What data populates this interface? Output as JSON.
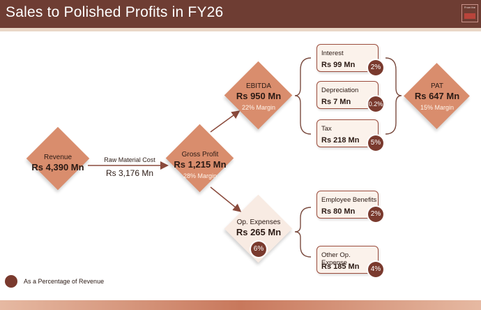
{
  "header": {
    "title": "Sales to Polished Profits in FY26",
    "logo_text": "From the"
  },
  "colors": {
    "header_bg": "#6e3d33",
    "diamond_dark": "#d98d6d",
    "diamond_light": "#f8ebe3",
    "badge": "#7a3a2e"
  },
  "nodes": {
    "revenue": {
      "title": "Revenue",
      "value": "Rs 4,390 Mn"
    },
    "raw_material": {
      "title": "Raw Material Cost",
      "value": "Rs 3,176 Mn"
    },
    "gross_profit": {
      "title": "Gross Profit",
      "value": "Rs 1,215 Mn",
      "margin": "28% Margin"
    },
    "ebitda": {
      "title": "EBITDA",
      "value": "Rs 950 Mn",
      "margin": "22% Margin"
    },
    "op_expenses": {
      "title": "Op. Expenses",
      "value": "Rs 265 Mn",
      "pct": "6%"
    },
    "pat": {
      "title": "PAT",
      "value": "Rs 647 Mn",
      "margin": "15% Margin"
    }
  },
  "boxes": {
    "interest": {
      "title": "Interest",
      "value": "Rs 99 Mn",
      "pct": "2%"
    },
    "depreciation": {
      "title": "Depreciation",
      "value": "Rs 7 Mn",
      "pct": "0.2%"
    },
    "tax": {
      "title": "Tax",
      "value": "Rs 218 Mn",
      "pct": "5%"
    },
    "employee_benefits": {
      "title": "Employee Benefits",
      "value": "Rs 80 Mn",
      "pct": "2%"
    },
    "other_op_expense": {
      "title": "Other Op. Expense",
      "value": "Rs 185 Mn",
      "pct": "4%"
    }
  },
  "legend": {
    "label": "As a Percentage of Revenue"
  }
}
